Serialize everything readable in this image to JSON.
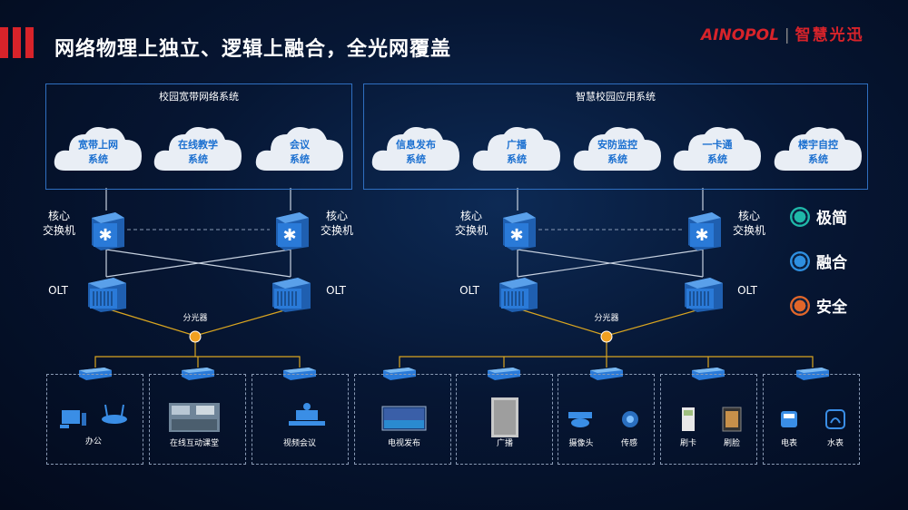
{
  "title": "网络物理上独立、逻辑上融合，全光网覆盖",
  "logo": {
    "brand": "AINOPOL",
    "cn": "智慧光迅"
  },
  "left_panel": {
    "title": "校园宽带网络系统",
    "clouds": [
      {
        "l1": "宽带上网",
        "l2": "系统"
      },
      {
        "l1": "在线教学",
        "l2": "系统"
      },
      {
        "l1": "会议",
        "l2": "系统"
      }
    ],
    "core_label_1": "核心",
    "core_label_2": "交换机",
    "olt": "OLT",
    "splitter": "分光器",
    "devices": [
      "办公",
      "在线互动课堂",
      "视频会议"
    ]
  },
  "right_panel": {
    "title": "智慧校园应用系统",
    "clouds": [
      {
        "l1": "信息发布",
        "l2": "系统"
      },
      {
        "l1": "广播",
        "l2": "系统"
      },
      {
        "l1": "安防监控",
        "l2": "系统"
      },
      {
        "l1": "一卡通",
        "l2": "系统"
      },
      {
        "l1": "楼宇自控",
        "l2": "系统"
      }
    ],
    "core_label_1": "核心",
    "core_label_2": "交换机",
    "olt": "OLT",
    "splitter": "分光器",
    "devices": [
      "电视发布",
      "广播",
      "摄像头",
      "传感",
      "刷卡",
      "刷脸",
      "电表",
      "水表"
    ]
  },
  "features": [
    {
      "label": "极简",
      "color": "#1fb8a8"
    },
    {
      "label": "融合",
      "color": "#2e8fe0"
    },
    {
      "label": "安全",
      "color": "#e0662a"
    }
  ]
}
